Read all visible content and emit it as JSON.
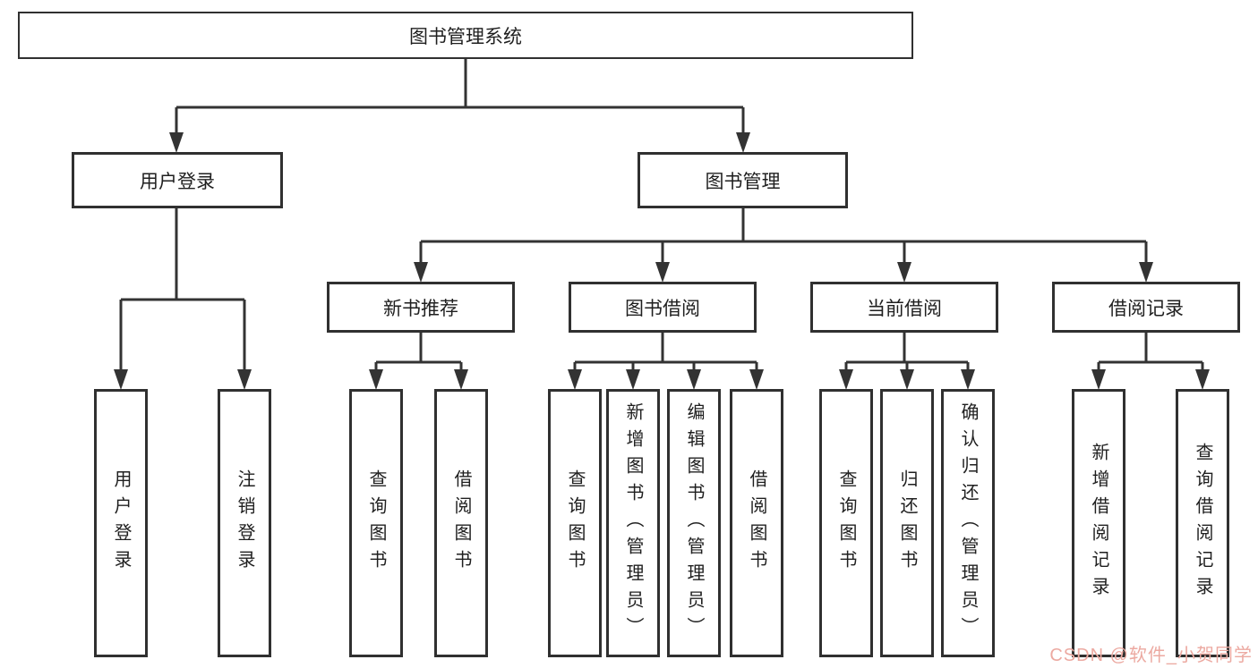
{
  "tree": {
    "root": "图书管理系统",
    "branches": [
      {
        "label": "用户登录",
        "leaves": [
          "用户登录",
          "注销登录"
        ]
      },
      {
        "label": "图书管理",
        "children": [
          {
            "label": "新书推荐",
            "leaves": [
              "查询图书",
              "借阅图书"
            ]
          },
          {
            "label": "图书借阅",
            "leaves": [
              "查询图书",
              "新增图书（管理员）",
              "编辑图书（管理员）",
              "借阅图书"
            ]
          },
          {
            "label": "当前借阅",
            "leaves": [
              "查询图书",
              "归还图书",
              "确认归还（管理员）"
            ]
          },
          {
            "label": "借阅记录",
            "leaves": [
              "新增借阅记录",
              "查询借阅记录"
            ]
          }
        ]
      }
    ]
  },
  "watermark": {
    "text": "CSDN @软件_小贺同学",
    "color": "#eca9a1"
  },
  "colors": {
    "line": "#333333",
    "border": "#303030",
    "background": "#ffffff",
    "text": "#1f1f1f"
  }
}
